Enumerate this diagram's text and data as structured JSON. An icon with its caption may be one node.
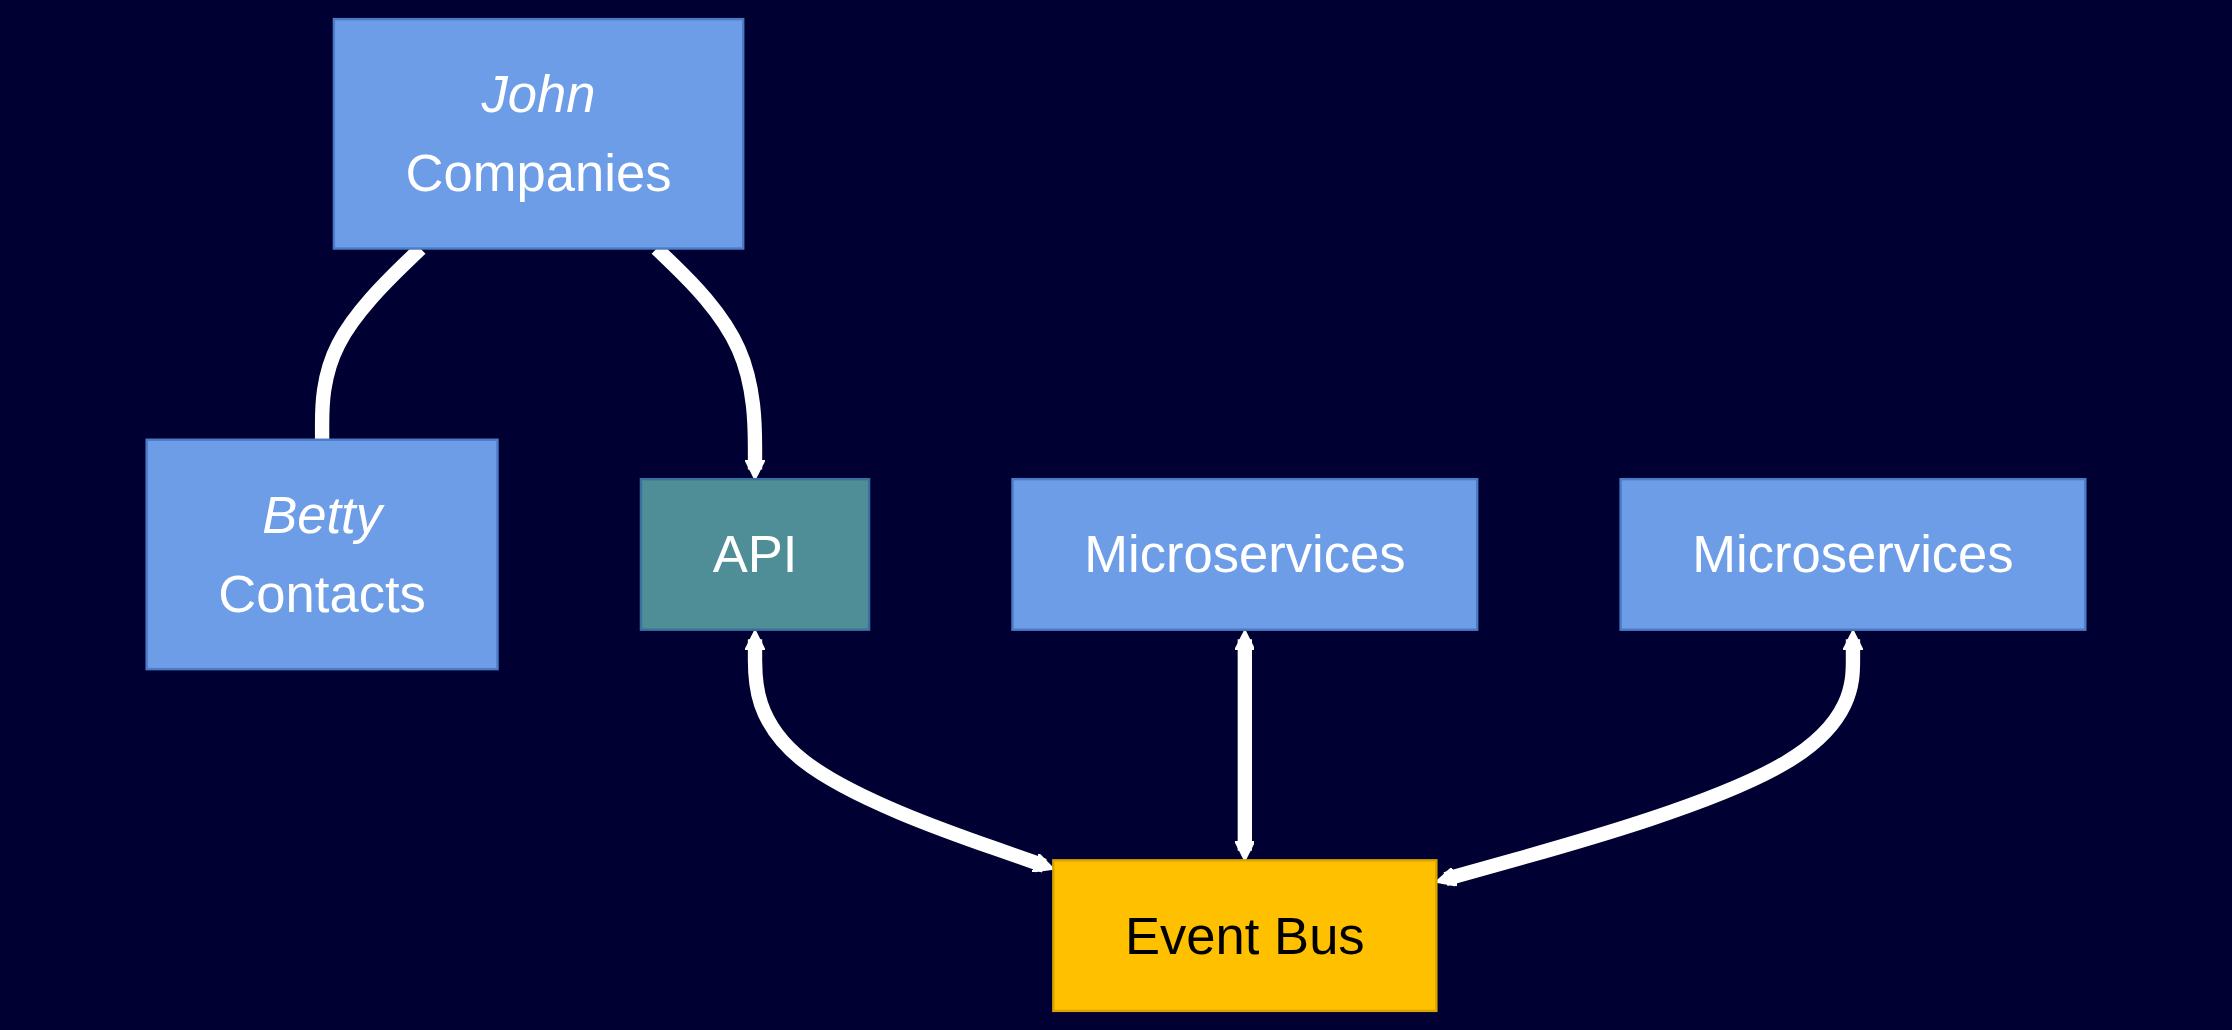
{
  "diagram": {
    "nodes": [
      {
        "text": [
          "John",
          "Companies"
        ]
      },
      {
        "text": [
          "Betty",
          "Contacts"
        ]
      },
      {
        "text": [
          "Microservices"
        ]
      },
      {
        "text": [
          "Microservices"
        ]
      },
      {
        "text": [
          "API"
        ]
      },
      {
        "text": [
          "Event Bus"
        ]
      }
    ],
    "edges": [
      {
        "from": 0,
        "to": 1,
        "arrow": "none"
      },
      {
        "from": 0,
        "to": 4,
        "arrow": "to"
      },
      {
        "from": 4,
        "to": 5,
        "arrow": "both"
      },
      {
        "from": 2,
        "to": 5,
        "arrow": "both"
      },
      {
        "from": 3,
        "to": 5,
        "arrow": "both"
      }
    ]
  }
}
